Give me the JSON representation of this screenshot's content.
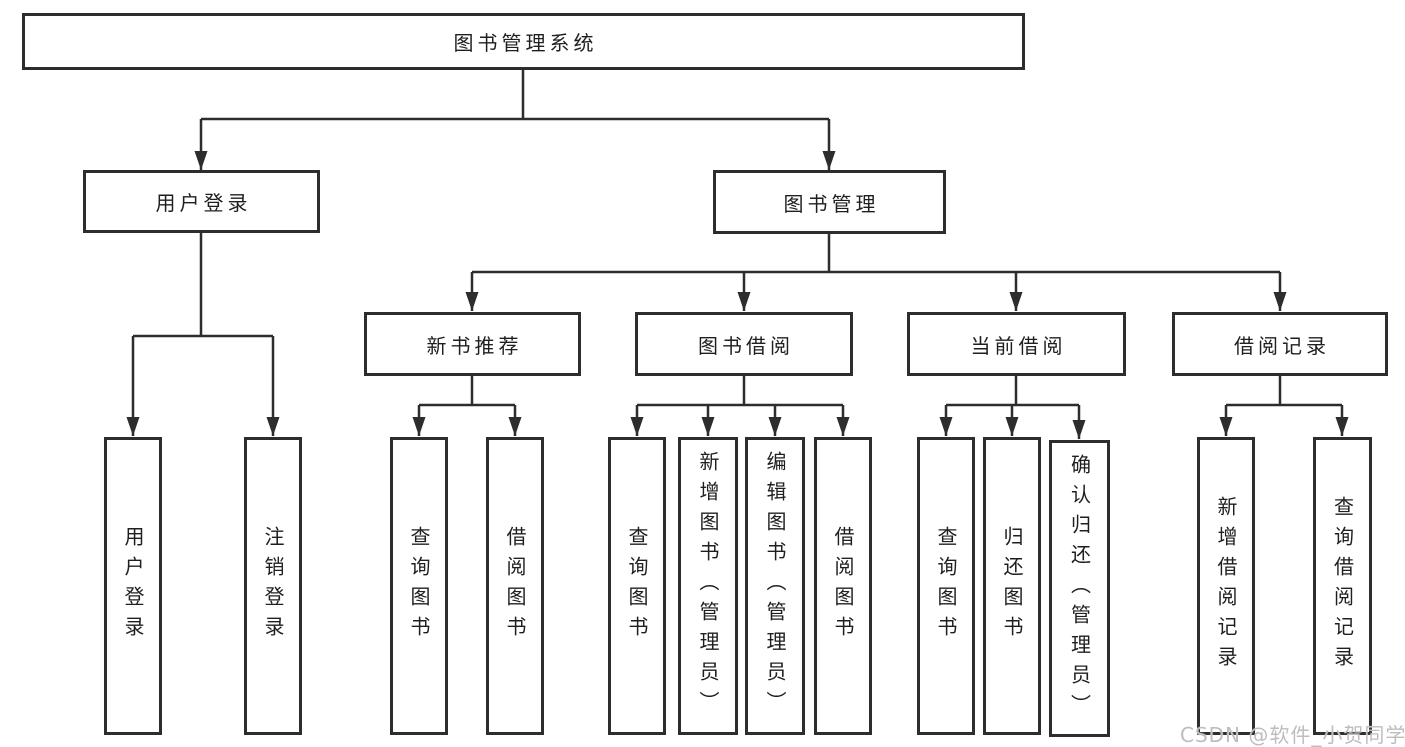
{
  "tree": {
    "root": "图书管理系统",
    "branches": [
      {
        "label": "用户登录",
        "children": [
          "用户登录",
          "注销登录"
        ]
      },
      {
        "label": "图书管理",
        "groups": [
          {
            "label": "新书推荐",
            "children": [
              "查询图书",
              "借阅图书"
            ]
          },
          {
            "label": "图书借阅",
            "children": [
              "查询图书",
              "新增图书（管理员）",
              "编辑图书（管理员）",
              "借阅图书"
            ]
          },
          {
            "label": "当前借阅",
            "children": [
              "查询图书",
              "归还图书",
              "确认归还（管理员）"
            ]
          },
          {
            "label": "借阅记录",
            "children": [
              "新增借阅记录",
              "查询借阅记录"
            ]
          }
        ]
      }
    ]
  },
  "watermark": "CSDN @软件_小贺同学",
  "colors": {
    "line": "#2d2d2d",
    "box_border": "#2d2d2d",
    "text": "#1f1f1f",
    "background": "#ffffff",
    "watermark": "#bdbdbd"
  }
}
